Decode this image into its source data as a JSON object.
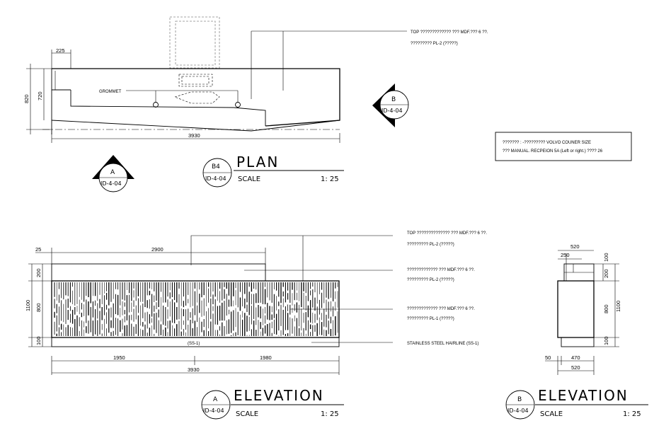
{
  "plan": {
    "title": "PLAN",
    "scale_label": "SCALE",
    "scale_value": "1: 25",
    "tag_top": "B4",
    "tag_bottom": "ID-4-04",
    "dims": {
      "overhang": "225",
      "height_outer": "820",
      "height_inner": "720",
      "length": "3930"
    },
    "grommet_label": "GROMMET",
    "callouts": [
      {
        "line1": "TOP ????????????? ??? MDF.??? 6 ??.",
        "line2": "????????? PL-2 (?????)"
      }
    ],
    "note_box": {
      "line1": "??????? : -????????? VOLVO COUNER SIZE",
      "line2": "??? MANUAL. RECPEION 5A (Left or right.) ???? 26"
    }
  },
  "section_markers": {
    "plan_left": {
      "letter": "A",
      "ref": "ID-4-04"
    },
    "plan_right": {
      "letter": "B",
      "ref": "ID-4-04"
    }
  },
  "elevation_a": {
    "title": "ELEVATION",
    "scale_label": "SCALE",
    "scale_value": "1: 25",
    "tag_top": "A",
    "tag_bottom": "ID-4-04",
    "dims": {
      "overhang": "25",
      "top_run": "2900",
      "height_total": "1100",
      "height_top": "200",
      "height_body": "800",
      "plinth": "100",
      "left_seg": "1950",
      "right_seg": "1980",
      "total": "3930"
    },
    "plinth_label": "(SS-1)",
    "callouts": [
      {
        "line1": "TOP ?????????????? ??? MDF.??? 6 ??.",
        "line2": "????????? PL-2 (?????)"
      },
      {
        "line1": "????????????? ??? MDF.??? 6 ??.",
        "line2": "????????? PL-2 (?????)"
      },
      {
        "line1": "????????????? ??? MDF.??? 6 ??.",
        "line2": "????????? PL-1 (?????)"
      },
      {
        "line1": "STAINLESS STEEL HAIRLINE (SS-1)",
        "line2": ""
      }
    ]
  },
  "elevation_b": {
    "title": "ELEVATION",
    "scale_label": "SCALE",
    "scale_value": "1: 25",
    "tag_top": "B",
    "tag_bottom": "ID-4-04",
    "dims": {
      "top_width": "520",
      "top_inner": "250",
      "height_top": "100",
      "height_top2": "200",
      "height_body": "800",
      "height_total": "1100",
      "plinth": "100",
      "toe": "50",
      "base_inner": "470",
      "base_total": "520"
    }
  }
}
